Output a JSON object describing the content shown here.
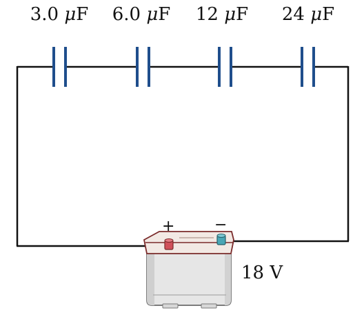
{
  "capacitors": [
    {
      "value": "3.0",
      "unit_prefix": "μ",
      "unit": "F"
    },
    {
      "value": "6.0",
      "unit_prefix": "μ",
      "unit": "F"
    },
    {
      "value": "12",
      "unit_prefix": "μ",
      "unit": "F"
    },
    {
      "value": "24",
      "unit_prefix": "μ",
      "unit": "F"
    }
  ],
  "battery": {
    "voltage_label": "18 V",
    "positive_label": "+",
    "negative_label": "−"
  },
  "colors": {
    "wire": "#111111",
    "capacitor_plate": "#1f4e8c",
    "battery_body": "#e6e6e6",
    "battery_top": "#f2e9e4",
    "battery_edge": "#7a2a2a",
    "positive_terminal": "#d0505a",
    "negative_terminal": "#4aa6b5"
  }
}
